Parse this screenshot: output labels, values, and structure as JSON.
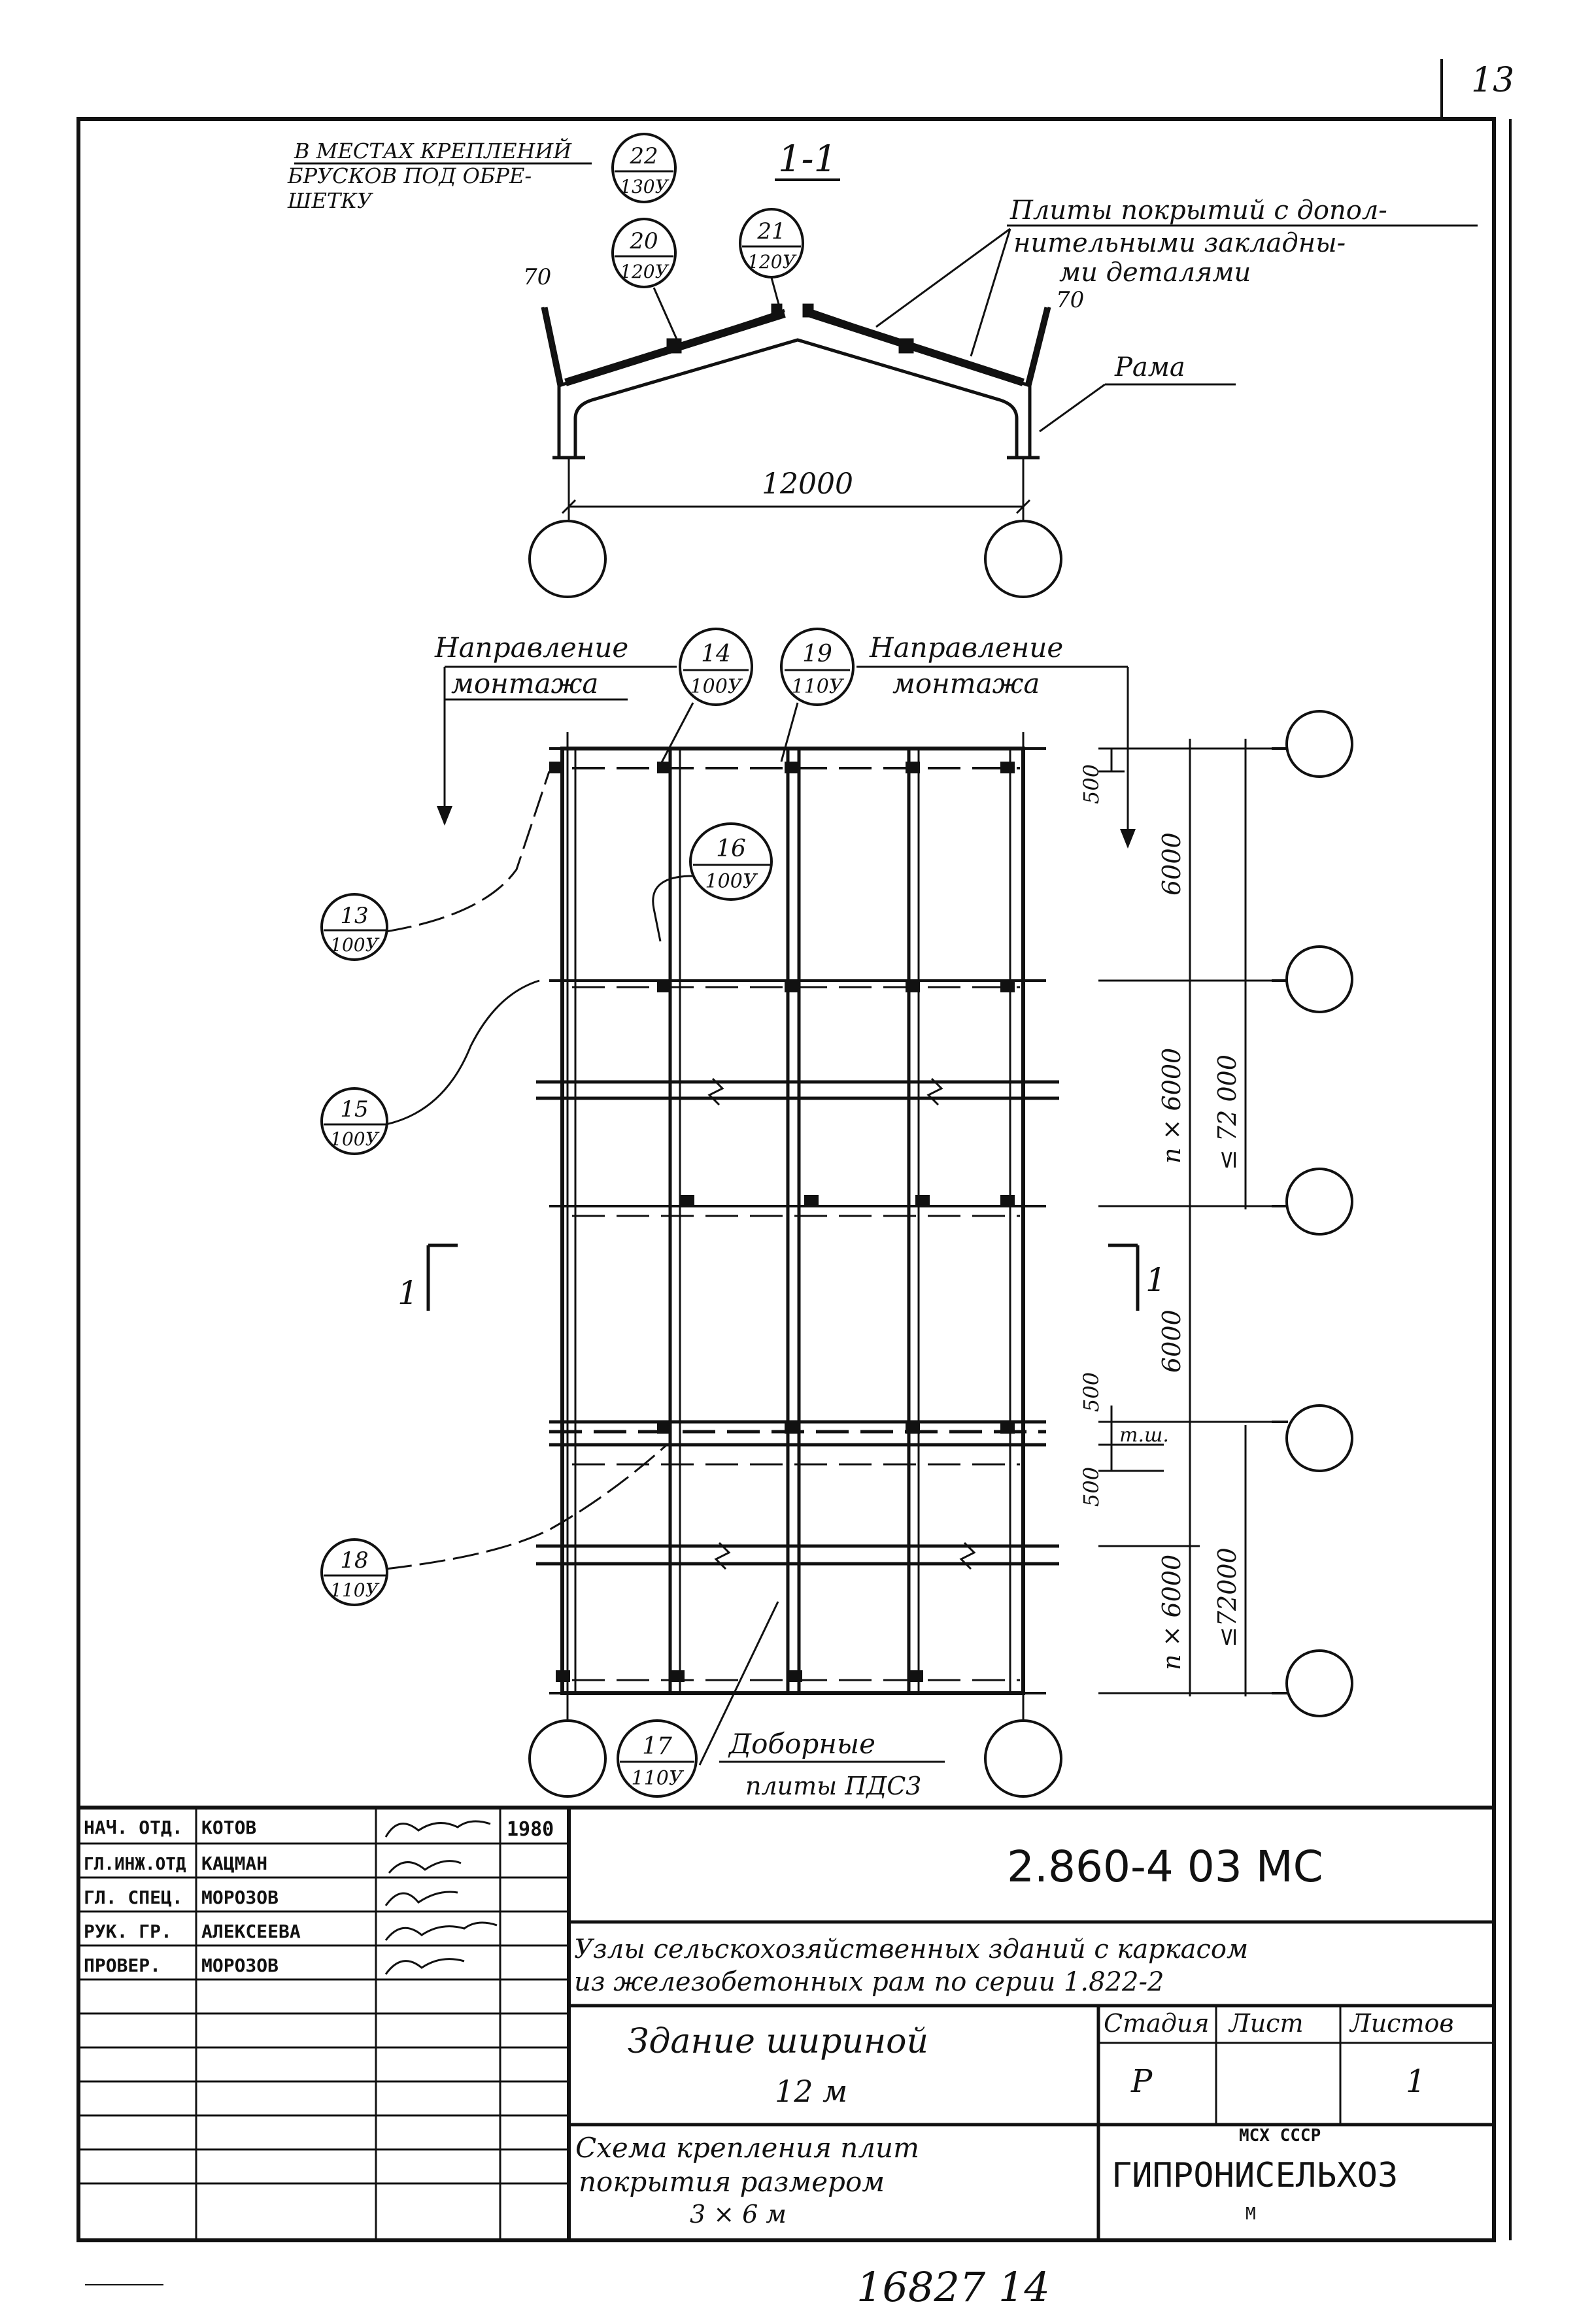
{
  "sheet_number": "13",
  "section": {
    "label": "1-1",
    "note_line1": "В МЕСТАХ КРЕПЛЕНИЙ",
    "note_line2": "БРУСКОВ ПОД ОБРЕ-",
    "note_line3": "ШЕТКУ",
    "callout_note": {
      "num": "22",
      "sheet": "130У"
    },
    "callout_left": {
      "num": "20",
      "sheet": "120У"
    },
    "callout_right": {
      "num": "21",
      "sheet": "120У"
    },
    "dim_left": "70",
    "dim_right": "70",
    "span": "12000",
    "plates_line1": "Плиты покрытий с допол-",
    "plates_line2": "нительными закладны-",
    "plates_line3": "ми деталями",
    "frame_label": "Рама"
  },
  "plan": {
    "direction_left_1": "Направление",
    "direction_left_2": "монтажа",
    "direction_right_1": "Направление",
    "direction_right_2": "монтажа",
    "callouts": [
      {
        "num": "14",
        "sheet": "100У"
      },
      {
        "num": "19",
        "sheet": "110У"
      },
      {
        "num": "16",
        "sheet": "100У"
      },
      {
        "num": "13",
        "sheet": "100У"
      },
      {
        "num": "15",
        "sheet": "100У"
      },
      {
        "num": "18",
        "sheet": "110У"
      },
      {
        "num": "17",
        "sheet": "110У"
      }
    ],
    "dims": {
      "d500_top": "500",
      "d6000_top": "6000",
      "n6000_a": "n × 6000",
      "total_a": "≤ 72 000",
      "d6000_mid": "6000",
      "d500_a": "500",
      "joint": "т.ш.",
      "d500_b": "500",
      "n6000_b": "n × 6000",
      "total_b": "≤72000"
    },
    "cut_left": "1",
    "cut_right": "1",
    "extra_plates_1": "Доборные",
    "extra_plates_2": "плиты ПДС3"
  },
  "title_block": {
    "roles": [
      {
        "role": "НАЧ. ОТД.",
        "name": "КОТОВ"
      },
      {
        "role": "ГЛ.ИНЖ.ОТД",
        "name": "КАЦМАН"
      },
      {
        "role": "ГЛ. СПЕЦ.",
        "name": "МОРОЗОВ"
      },
      {
        "role": "РУК. ГР.",
        "name": "АЛЕКСЕЕВА"
      },
      {
        "role": "ПРОВЕР.",
        "name": "МОРОЗОВ"
      }
    ],
    "year": "1980",
    "designation": "2.860-4  03 МС",
    "series_line1": "Узлы сельскохозяйственных зданий с каркасом",
    "series_line2": "из железобетонных рам по серии 1.822-2",
    "building_line1": "Здание шириной",
    "building_line2": "12 м",
    "stage_header": "Стадия",
    "sheet_header": "Лист",
    "sheets_header": "Листов",
    "stage": "Р",
    "sheet": "",
    "sheets": "1",
    "scheme_line1": "Схема крепления плит",
    "scheme_line2": "покрытия размером",
    "scheme_line3": "3 × 6 м",
    "org_line1": "МСХ СССР",
    "org_line2": "ГИПРОНИСЕЛЬХОЗ",
    "org_line3": "М"
  },
  "inventory_number": "16827  14"
}
